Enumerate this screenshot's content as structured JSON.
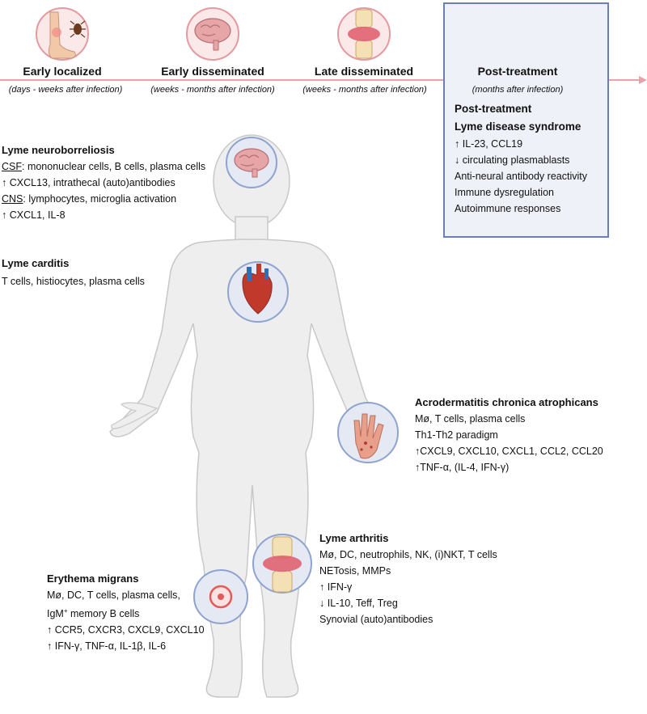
{
  "timeline": {
    "stages": [
      {
        "title": "Early localized",
        "time": "(days - weeks after infection)"
      },
      {
        "title": "Early disseminated",
        "time": "(weeks - months after infection)"
      },
      {
        "title": "Late disseminated",
        "time": "(weeks - months after infection)"
      },
      {
        "title": "Post-treatment",
        "time": "(months after infection)"
      }
    ]
  },
  "post_treatment": {
    "title_line1": "Post-treatment",
    "title_line2": "Lyme disease syndrome",
    "items": [
      "IL-23, CCL19",
      "circulating plasmablasts",
      "Anti-neural antibody reactivity",
      "Immune dysregulation",
      "Autoimmune responses"
    ]
  },
  "neuroborreliosis": {
    "title": "Lyme neuroborreliosis",
    "csf_label": "CSF",
    "csf_text": ": mononuclear cells, B cells, plasma cells",
    "line2": "CXCL13, intrathecal (auto)antibodies",
    "cns_label": "CNS",
    "cns_text": ": lymphocytes, microglia activation",
    "line4": "CXCL1, IL-8"
  },
  "carditis": {
    "title": "Lyme carditis",
    "line1": "T cells, histiocytes, plasma cells"
  },
  "acrodermatitis": {
    "title": "Acrodermatitis chronica atrophicans",
    "line1": "Mø, T cells, plasma cells",
    "line2": "Th1-Th2 paradigm",
    "line3": "CXCL9, CXCL10, CXCL1, CCL2, CCL20",
    "line4": "TNF-α, (IL-4, IFN-γ)"
  },
  "arthritis": {
    "title": "Lyme arthritis",
    "line1": "Mø, DC, neutrophils, NK, (i)NKT, T cells",
    "line2": "NETosis, MMPs",
    "line3": "IFN-γ",
    "line4": "IL-10, Teff, Treg",
    "line5": "Synovial (auto)antibodies"
  },
  "erythema": {
    "title": "Erythema migrans",
    "line1": "Mø, DC, T cells, plasma cells,",
    "line2_pre": "IgM",
    "line2_sup": "+",
    "line2_post": " memory B cells",
    "line3": "CCR5, CXCR3, CXCL9, CXCL10",
    "line4": "IFN-γ, TNF-α, IL-1β, IL-6"
  },
  "symbols": {
    "up": "↑",
    "down": "↓"
  },
  "colors": {
    "timeline": "#e8a3a8",
    "circle_border": "#8fa3cf",
    "circle_fill": "#e4e9f4",
    "stage_circle_border": "#e39aa0",
    "stage_circle_fill": "#fbe9ea",
    "body_fill": "#eeeeee",
    "body_stroke": "#c8c8c8",
    "box_border": "#6c7fb3",
    "box_fill": "#eef1f7"
  }
}
